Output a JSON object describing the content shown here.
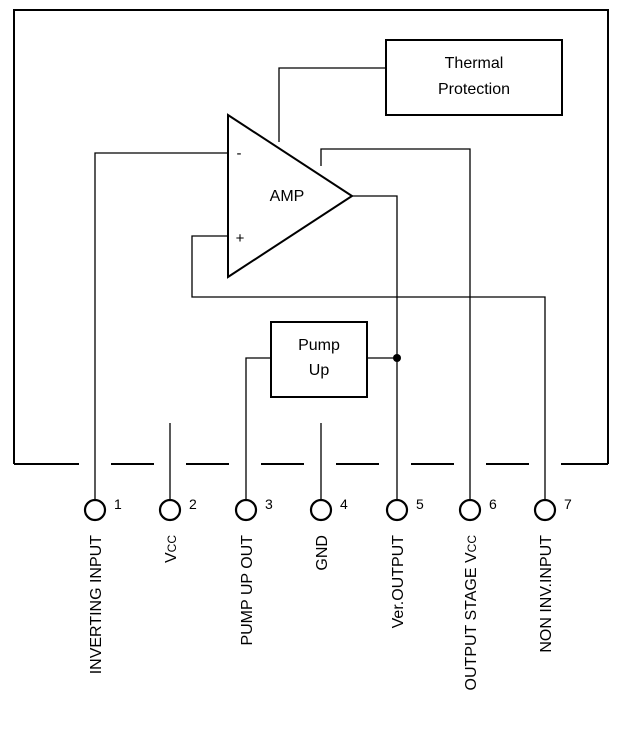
{
  "blocks": {
    "thermal_line1": "Thermal",
    "thermal_line2": "Protection",
    "amp": "AMP",
    "amp_minus": "-",
    "amp_plus": "+",
    "pump_line1": "Pump",
    "pump_line2": "Up"
  },
  "pins": [
    {
      "number": "1",
      "label": "INVERTING INPUT"
    },
    {
      "number": "2",
      "label": "V",
      "sub": "CC"
    },
    {
      "number": "3",
      "label": "PUMP UP OUT"
    },
    {
      "number": "4",
      "label": "GND"
    },
    {
      "number": "5",
      "label": "Ver.OUTPUT"
    },
    {
      "number": "6",
      "label": "OUTPUT STAGE V",
      "sub": "CC"
    },
    {
      "number": "7",
      "label": "NON INV.INPUT"
    }
  ]
}
